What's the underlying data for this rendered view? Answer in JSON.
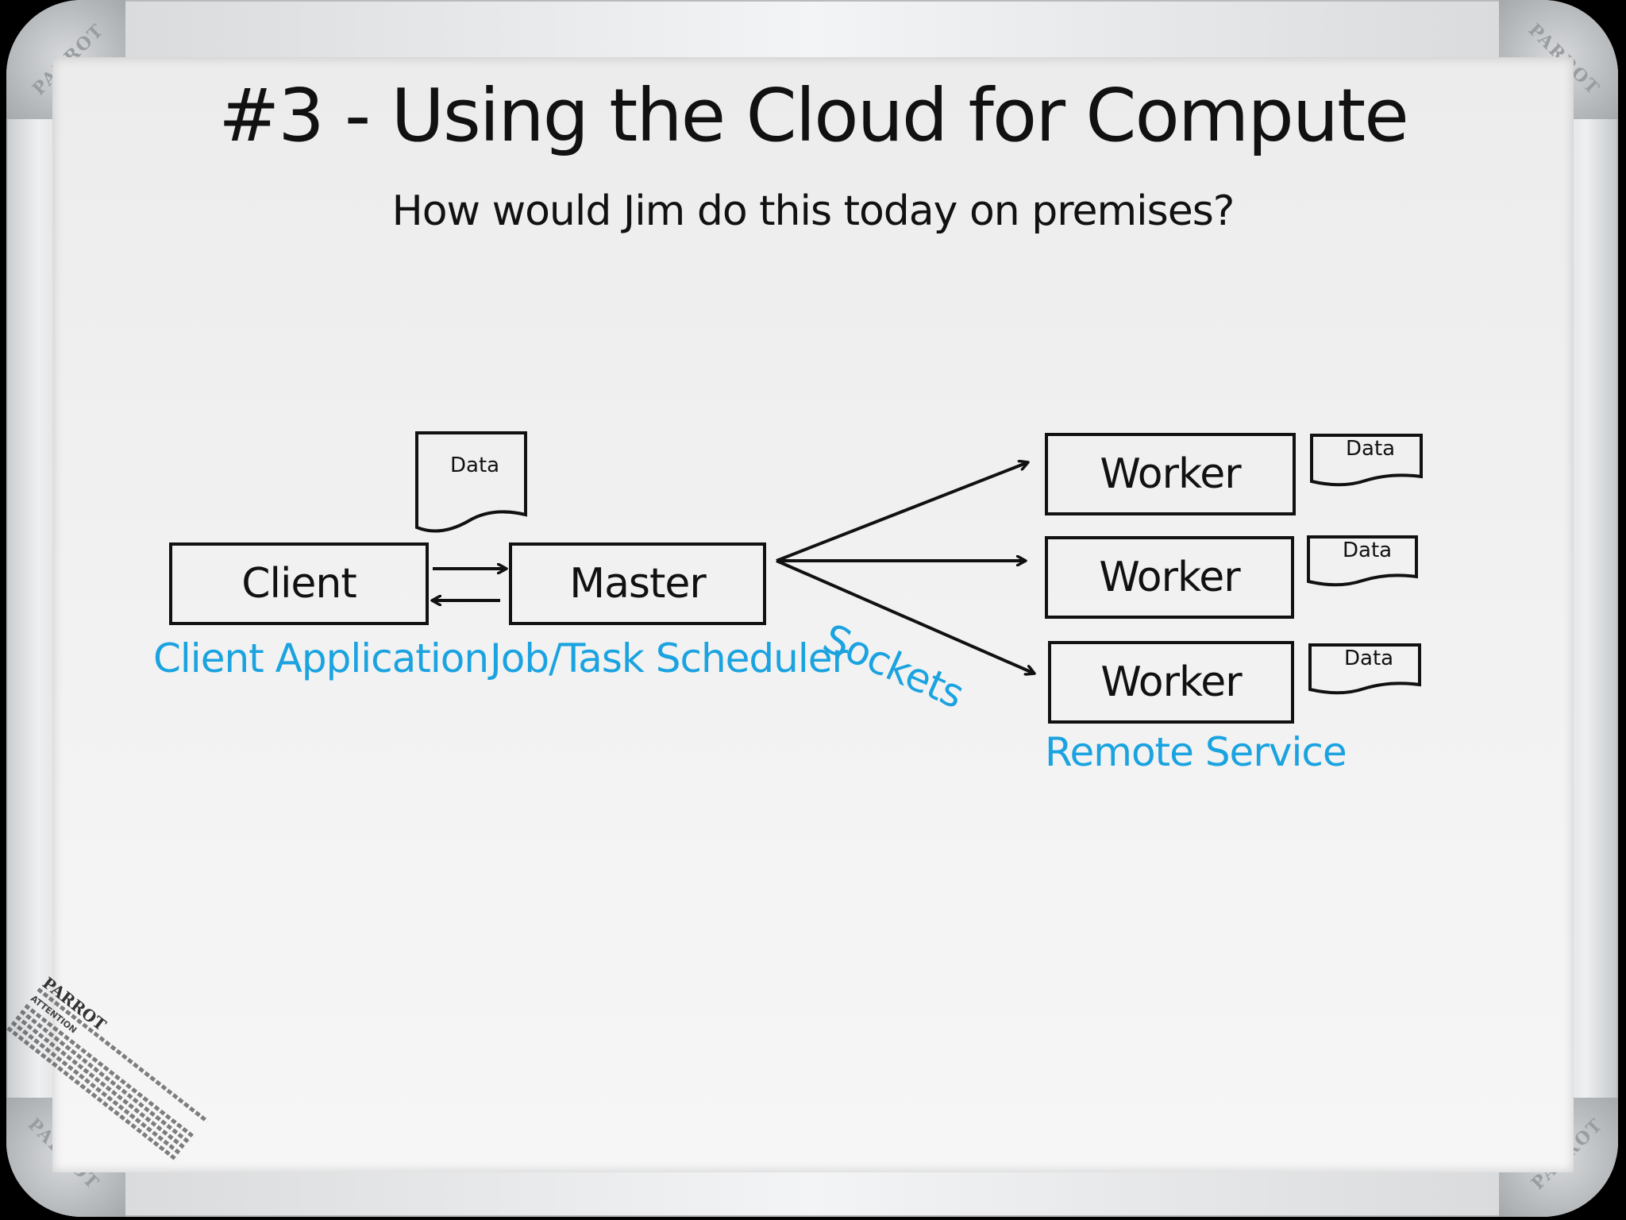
{
  "title": "#3 - Using the Cloud for Compute",
  "subtitle": "How would Jim do this today on premises?",
  "nodes": {
    "client": "Client",
    "master": "Master",
    "workers": [
      "Worker",
      "Worker",
      "Worker"
    ]
  },
  "data_docs": [
    "Data",
    "Data",
    "Data",
    "Data"
  ],
  "labels": {
    "client_application": "Client Application",
    "job_task_scheduler": "Job/Task Scheduler",
    "sockets": "Sockets",
    "remote_service": "Remote Service"
  },
  "colors": {
    "ink": "#111111",
    "annotation_blue": "#1aa3e0"
  },
  "frame_marks": {
    "brand": "PARROT",
    "sticker_attention": "ATTENTION"
  }
}
